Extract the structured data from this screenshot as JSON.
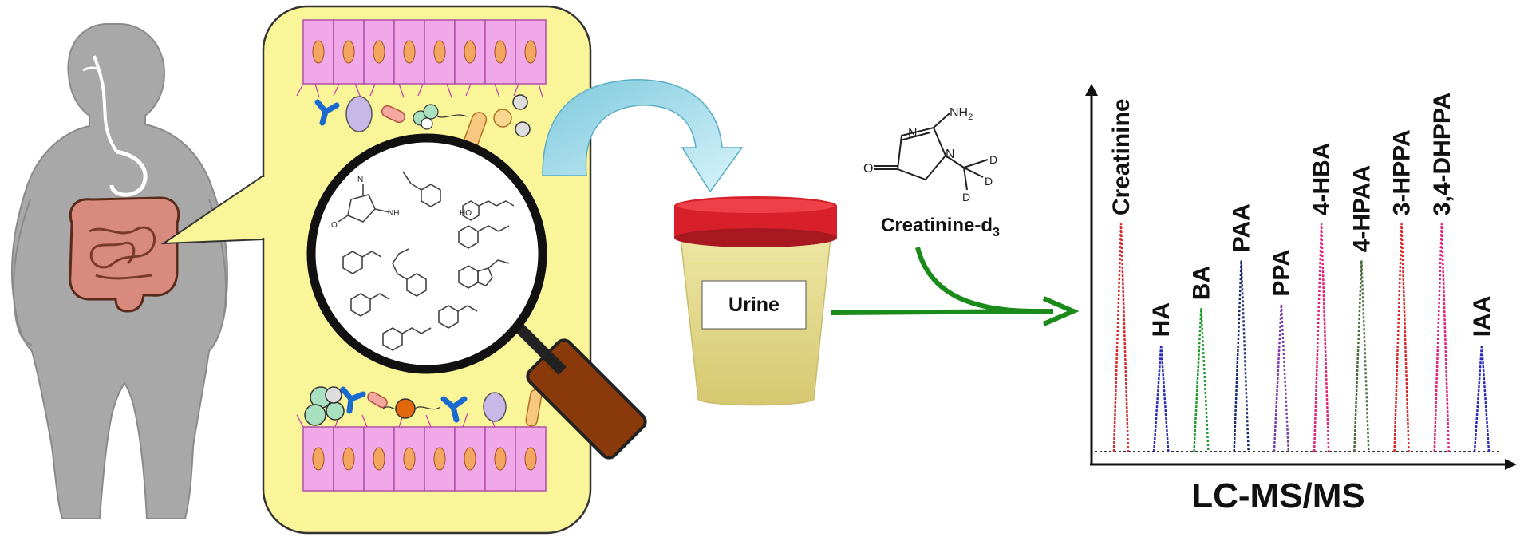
{
  "urine_label": "Urine",
  "standard": {
    "name_main": "Creatinine-d",
    "name_sub": "3",
    "nh2": "NH",
    "nh2_sub": "2",
    "n1": "N",
    "n2": "N",
    "o": "O",
    "d1": "D",
    "d2": "D",
    "d3": "D"
  },
  "chromatogram": {
    "xlabel": "LC-MS/MS",
    "peaks": [
      {
        "name": "Creatinine",
        "color": "#d62728",
        "height": 0.62
      },
      {
        "name": "HA",
        "color": "#2a2ab8",
        "height": 0.29
      },
      {
        "name": "BA",
        "color": "#1a9a2a",
        "height": 0.39
      },
      {
        "name": "PAA",
        "color": "#1a2a6a",
        "height": 0.52
      },
      {
        "name": "PPA",
        "color": "#7a3aa8",
        "height": 0.4
      },
      {
        "name": "4-HBA",
        "color": "#e0207a",
        "height": 0.62
      },
      {
        "name": "4-HPAA",
        "color": "#4a6a3a",
        "height": 0.52
      },
      {
        "name": "3-HPPA",
        "color": "#d62728",
        "height": 0.62
      },
      {
        "name": "3,4-DHPPA",
        "color": "#e0207a",
        "height": 0.62
      },
      {
        "name": "IAA",
        "color": "#2a2ab8",
        "height": 0.29
      }
    ]
  },
  "colors": {
    "body": "#a8a8a8",
    "panel": "#fbf59a",
    "cell": "#f0a8e8",
    "nucleus": "#f4a560",
    "lid": "#d8202a",
    "urine": "#e6dc8c",
    "arrow_blue": "#a8e0f0",
    "arrow_green": "#1a8a1a",
    "handle": "#8a3a0a"
  }
}
